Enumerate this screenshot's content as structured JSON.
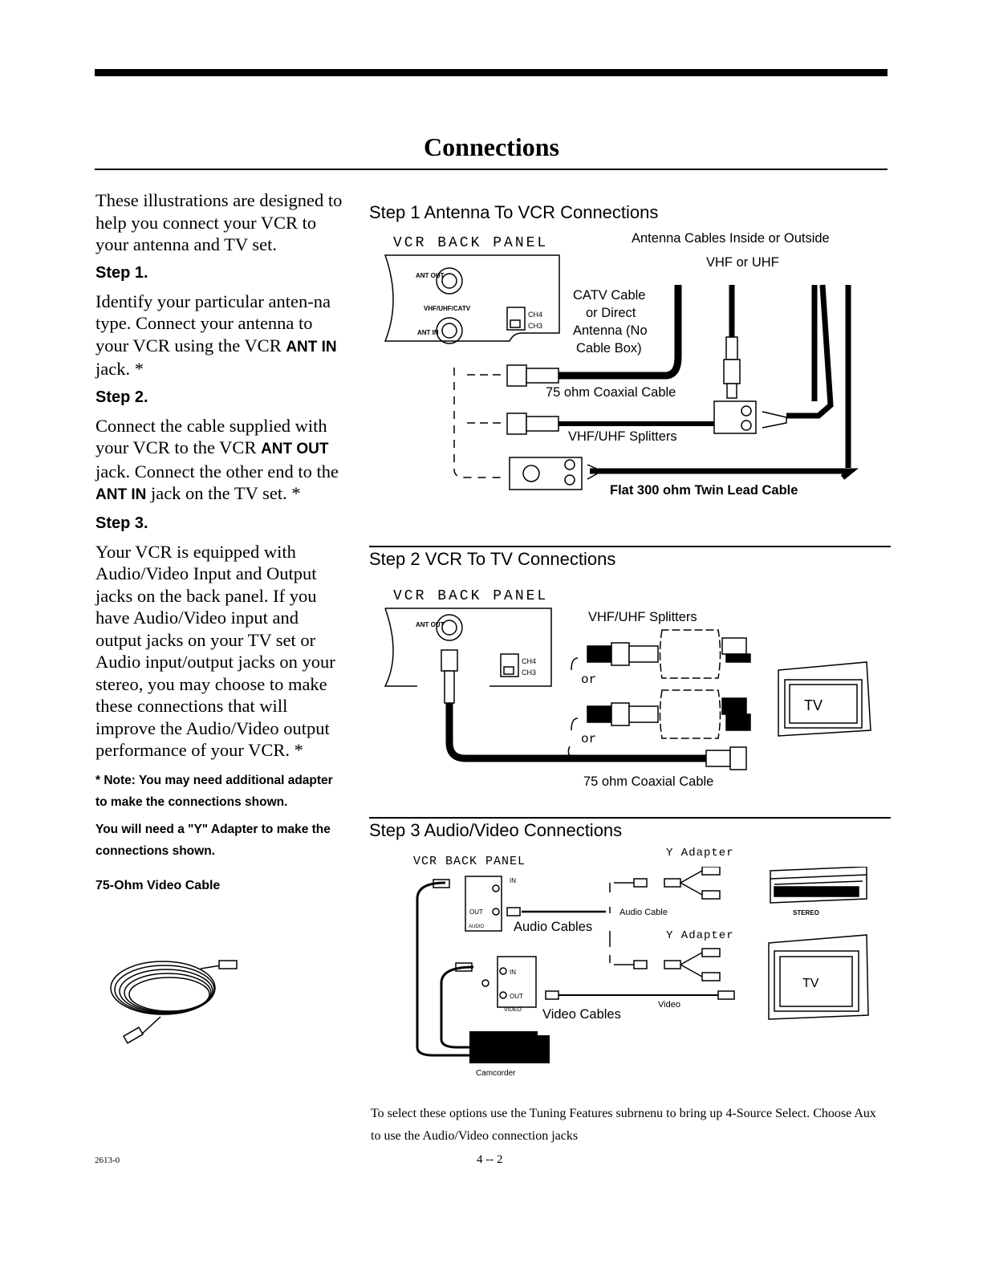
{
  "page": {
    "title": "Connections",
    "footer_code": "2613-0",
    "page_number": "4 -- 2"
  },
  "left": {
    "intro": "These illustrations are designed to help you connect your VCR to your antenna and TV set.",
    "step1_heading": "Step 1.",
    "step1_text_a": "Identify your particular anten-na type. Connect your antenna to your VCR using the VCR ",
    "step1_bold": "ANT IN",
    "step1_text_b": " jack. *",
    "step2_heading": "Step 2.",
    "step2_text_a": "Connect the cable supplied with your VCR to the VCR ",
    "step2_bold1": "ANT OUT",
    "step2_text_b": " jack. Connect the other end to the ",
    "step2_bold2": "ANT IN",
    "step2_text_c": " jack on the TV set. *",
    "step3_heading": "Step 3.",
    "step3_text": "Your VCR is equipped with Audio/Video Input and Output jacks on the back panel. If you have Audio/Video input and output jacks on your TV set or Audio input/output jacks on your stereo, you may choose to make these connections that will improve the Audio/Video output performance of your VCR. *",
    "note1": "* Note: You may need additional adapter to make the connections shown.",
    "note2": "You will need a \"Y\" Adapter to make the connections shown.",
    "cable_label": "75-Ohm Video Cable"
  },
  "step1": {
    "heading": "Step 1 Antenna To VCR Connections",
    "vcr_back_panel": "VCR BACK PANEL",
    "antenna_cables": "Antenna Cables Inside or Outside",
    "vhf_uhf": "VHF or UHF",
    "ant_out": "ANT OUT",
    "vhf_uhf_catv": "VHF/UHF/CATV",
    "ant_in": "ANT IN",
    "ch4": "CH4",
    "ch3": "CH3",
    "catv_1": "CATV Cable",
    "catv_2": "or Direct",
    "catv_3": "Antenna (No",
    "catv_4": "Cable Box)",
    "coax": "75 ohm Coaxial Cable",
    "splitters": "VHF/UHF Splitters",
    "twin_lead": "Flat 300 ohm Twin Lead Cable"
  },
  "step2": {
    "heading": "Step 2 VCR To TV Connections",
    "vcr_back_panel": "VCR BACK PANEL",
    "splitters": "VHF/UHF Splitters",
    "or1": "or",
    "or2": "or",
    "coax": "75 ohm Coaxial Cable",
    "tv": "TV",
    "ant_out": "ANT OUT",
    "ch4": "CH4",
    "ch3": "CH3"
  },
  "step3": {
    "heading": "Step 3 Audio/Video Connections",
    "vcr_back_panel": "VCR BACK PANEL",
    "y_adapter_1": "Y Adapter",
    "y_adapter_2": "Y Adapter",
    "audio_cable": "Audio Cable",
    "audio_cables": "Audio Cables",
    "video_cables": "Video Cables",
    "video": "Video",
    "stereo": "STEREO",
    "tv": "TV",
    "camcorder": "Camcorder",
    "in": "IN",
    "out": "OUT",
    "audio": "AUDIO",
    "video_jack": "VIDEO"
  },
  "footer_text": "To select these options use the Tuning Features subrnenu to bring up 4-Source Select. Choose Aux to use the Audio/Video connection jacks"
}
